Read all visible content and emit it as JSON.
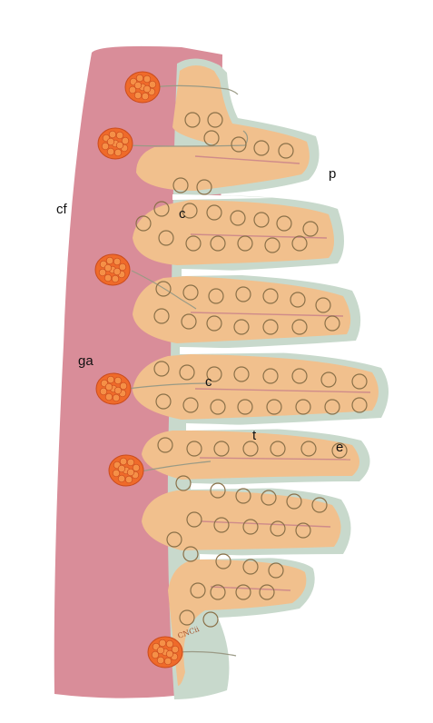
{
  "labels": {
    "cf": "cf",
    "p": "p",
    "c_upper": "c",
    "ga": "ga",
    "c_lower": "c",
    "t": "t",
    "e": "e"
  },
  "signature": "CNCii",
  "colors": {
    "connective_tissue": "#d98d99",
    "epithelium": "#c8d9cc",
    "tissue_core": "#f1c08d",
    "ganglion": "#ef6a2a",
    "ganglion_dot": "#f59047",
    "circle_outline": "#8a7048",
    "nerve": "#9a9a85"
  }
}
